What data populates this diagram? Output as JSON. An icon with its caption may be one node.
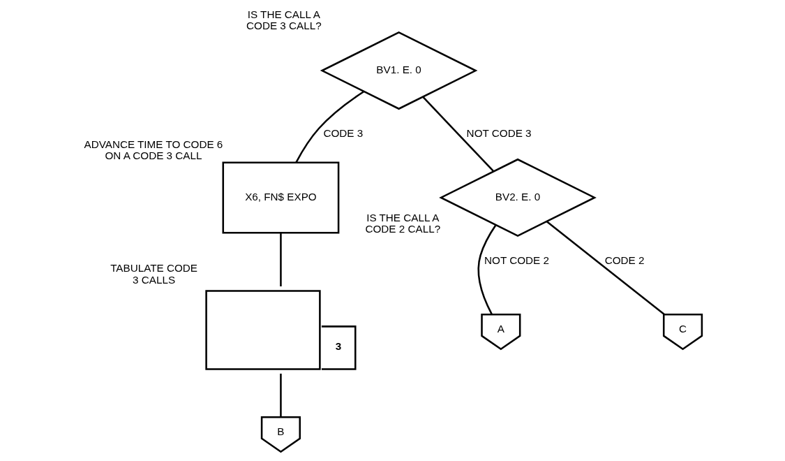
{
  "diagram": {
    "nodes": [
      {
        "text": [
          "BV1. E. 0"
        ],
        "beside": [
          "IS THE CALL A CODE 3 CALL?"
        ]
      },
      {
        "text": [
          "X6, FN$ EXPO"
        ],
        "beside": [
          "ADVANCE TIME TO CODE 6 ON A CODE 3 CALL"
        ]
      },
      {
        "text": [
          "BV2. E. 0"
        ],
        "beside": [
          "IS THE CALL A CODE 2 CALL?"
        ]
      },
      {
        "text": [
          "3"
        ],
        "beside": [
          "TABULATE CODE 3 CALLS"
        ]
      },
      {
        "text": [
          "B"
        ]
      },
      {
        "text": [
          "A"
        ]
      },
      {
        "text": [
          "C"
        ]
      }
    ],
    "edges": [
      {
        "from": 0,
        "to": 1,
        "arrow": "none",
        "label": "CODE 3"
      },
      {
        "from": 0,
        "to": 2,
        "arrow": "none",
        "label": "NOT CODE 3"
      },
      {
        "from": 2,
        "to": 6,
        "arrow": "none",
        "label": "CODE 2"
      },
      {
        "from": 1,
        "to": 3,
        "arrow": "none"
      },
      {
        "from": 2,
        "to": 5,
        "arrow": "none",
        "label": "NOT CODE 2"
      },
      {
        "from": 3,
        "to": 4,
        "arrow": "none"
      }
    ]
  }
}
